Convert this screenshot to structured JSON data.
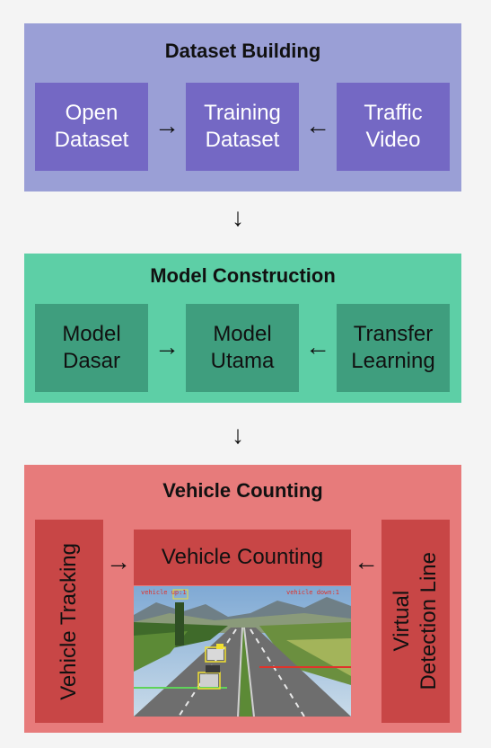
{
  "sections": [
    {
      "title": "Dataset Building",
      "boxes": [
        "Open\nDataset",
        "Training\nDataset",
        "Traffic\nVideo"
      ]
    },
    {
      "title": "Model Construction",
      "boxes": [
        "Model\nDasar",
        "Model\nUtama",
        "Transfer\nLearning"
      ]
    },
    {
      "title": "Vehicle Counting",
      "left_box": "Vehicle Tracking",
      "center_box": "Vehicle Counting",
      "right_box": "Virtual\nDetection Line"
    }
  ],
  "photo": {
    "label_up": "vehicle up:1",
    "label_down": "vehicle down:1"
  },
  "arrows": {
    "right": "→",
    "left": "←",
    "down": "↓"
  },
  "colors": {
    "s1_bg": "#9a9fd6",
    "s1_box": "#7468c4",
    "s2_bg": "#5dcfa6",
    "s2_box": "#3f9e7e",
    "s3_bg": "#e77b7b",
    "s3_box": "#c84646"
  }
}
